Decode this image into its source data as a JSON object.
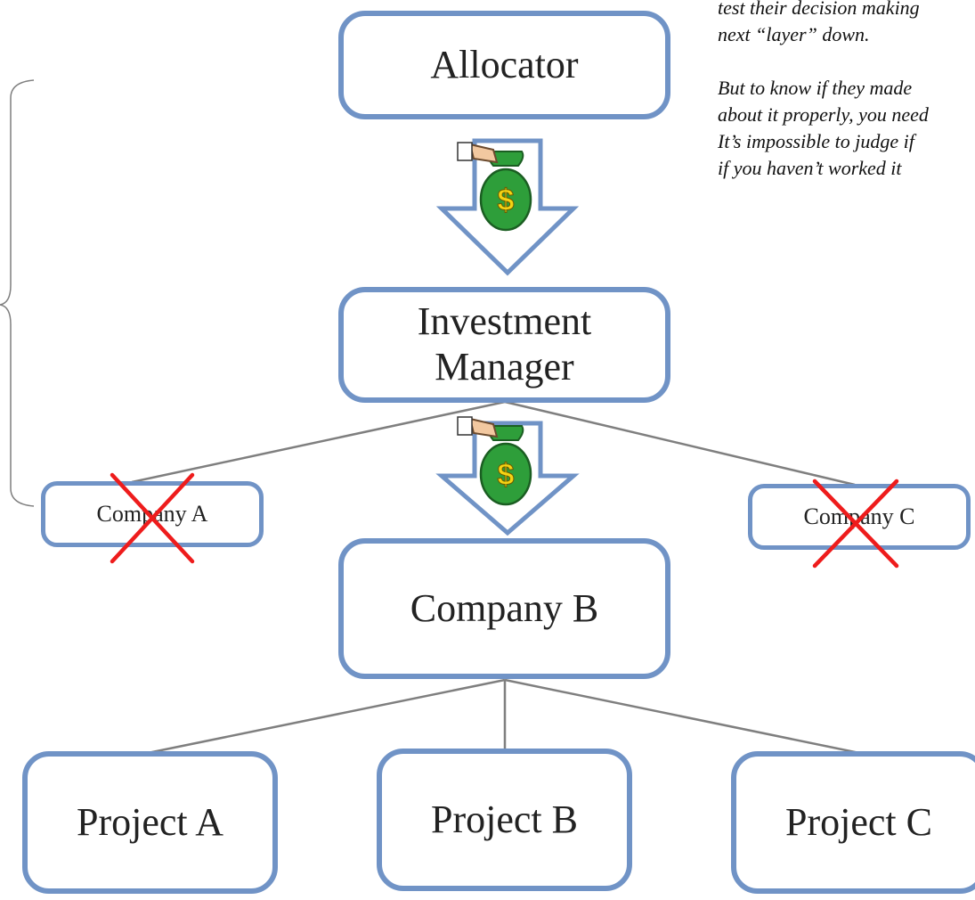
{
  "diagram": {
    "nodes": {
      "allocator": "Allocator",
      "investment_manager": "Investment\nManager",
      "company_a": "Company A",
      "company_b": "Company B",
      "company_c": "Company C",
      "project_a": "Project A",
      "project_b": "Project B",
      "project_c": "Project C"
    },
    "rejected_nodes": [
      "company_a",
      "company_c"
    ],
    "funding_arrows": [
      {
        "from": "allocator",
        "to": "investment_manager",
        "icon": "money-bag-icon",
        "symbol": "$"
      },
      {
        "from": "investment_manager",
        "to": "company_b",
        "icon": "money-bag-icon",
        "symbol": "$"
      }
    ],
    "edges": [
      [
        "investment_manager",
        "company_a"
      ],
      [
        "investment_manager",
        "company_c"
      ],
      [
        "company_b",
        "project_a"
      ],
      [
        "company_b",
        "project_b"
      ],
      [
        "company_b",
        "project_c"
      ]
    ]
  },
  "annotation": {
    "line1": "test their decision making",
    "line2": "next “layer” down.",
    "line3": "But to know if  they made",
    "line4": "about it properly, you need",
    "line5": "It’s impossible to judge if",
    "line6": "if  you  haven’t worked it"
  },
  "colors": {
    "box_border": "#7093c6",
    "arrow_fill": "#ffffff",
    "connector": "#7f7f7f",
    "cross": "#ee1c1c",
    "bag": "#2e9e3a",
    "dollar": "#f5d313"
  }
}
